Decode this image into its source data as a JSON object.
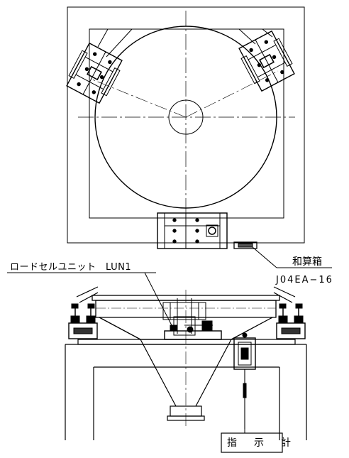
{
  "labels": {
    "load_cell_unit": "ロードセルユニット　LUN1",
    "junction_box": "和算箱",
    "junction_box_code": "J04EA−16",
    "indicator": "指　示　計"
  }
}
